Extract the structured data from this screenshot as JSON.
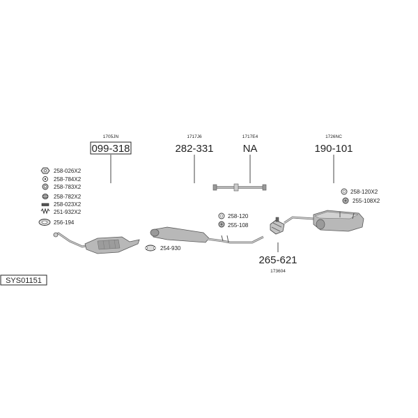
{
  "diagram": {
    "system_code": "SYS01151",
    "parts": [
      {
        "oe": "1705JN",
        "number": "099-318",
        "boxed": true
      },
      {
        "oe": "1717J6",
        "number": "282-331"
      },
      {
        "oe": "1717E4",
        "number": "NA"
      },
      {
        "oe": "1726NC",
        "number": "190-101"
      },
      {
        "oe": "173604",
        "number": "265-621"
      }
    ],
    "fittings_left": [
      "258-026X2",
      "258-784X2",
      "258-783X2",
      "258-782X2",
      "258-023X2",
      "251-932X2",
      "256-194"
    ],
    "fittings_middle": [
      "258-120",
      "255-108",
      "254-930"
    ],
    "fittings_right": [
      "258-120X2",
      "255-108X2"
    ]
  },
  "colors": {
    "line": "#444444",
    "part_fill": "#b8b8b8",
    "part_dark": "#888888",
    "text": "#222222"
  }
}
